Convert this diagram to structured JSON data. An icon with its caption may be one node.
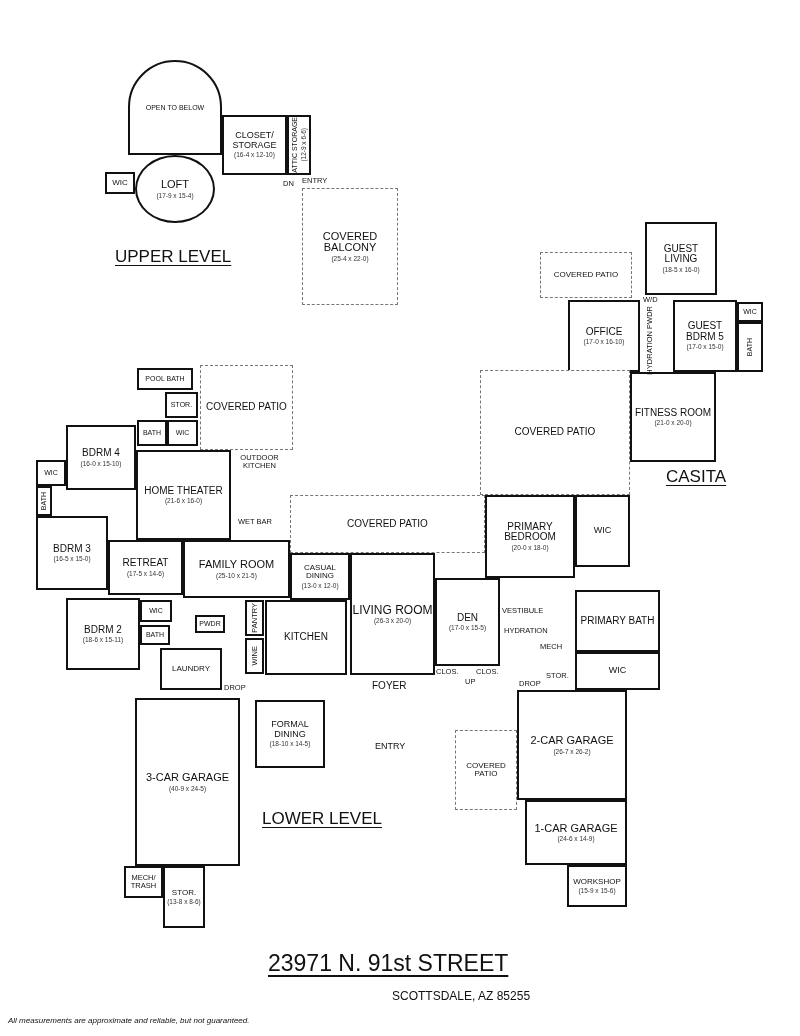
{
  "diagram": {
    "title": "23971 N. 91st STREET",
    "nodes": [
      {
        "text": [
          "OPEN TO BELOW"
        ]
      },
      {
        "text": [
          "LOFT",
          "(17-9 x 15-4)"
        ]
      },
      {
        "text": [
          "WIC"
        ]
      },
      {
        "text": [
          "CLOSET/ STORAGE",
          "(16-4 x 12-10)"
        ]
      },
      {
        "text": [
          "ATTIC STORAGE",
          "(12-9 x 6-6)"
        ]
      },
      {
        "text": [
          "COVERED BALCONY",
          "(25-4 x 22-0)"
        ]
      },
      {
        "text": [
          "COVERED PATIO"
        ]
      },
      {
        "text": [
          "GUEST LIVING",
          "(18-5 x 16-0)"
        ]
      },
      {
        "text": [
          "OFFICE",
          "(17-0 x 16-10)"
        ]
      },
      {
        "text": [
          "GUEST BDRM 5",
          "(17-0 x 15-0)"
        ]
      },
      {
        "text": [
          "WIC"
        ]
      },
      {
        "text": [
          "BATH"
        ]
      },
      {
        "text": [
          "FITNESS ROOM",
          "(21-0 x 20-0)"
        ]
      },
      {
        "text": [
          "COVERED PATIO"
        ]
      },
      {
        "text": [
          "POOL BATH"
        ]
      },
      {
        "text": [
          "STOR."
        ]
      },
      {
        "text": [
          "BATH"
        ]
      },
      {
        "text": [
          "WIC"
        ]
      },
      {
        "text": [
          "COVERED PATIO"
        ]
      },
      {
        "text": [
          "BDRM 4",
          "(16-0 x 15-10)"
        ]
      },
      {
        "text": [
          "HOME THEATER",
          "(21-6 x 16-0)"
        ]
      },
      {
        "text": [
          "WIC"
        ]
      },
      {
        "text": [
          "BATH"
        ]
      },
      {
        "text": [
          "BDRM 3",
          "(16-5 x 15-0)"
        ]
      },
      {
        "text": [
          "RETREAT",
          "(17-5 x 14-6)"
        ]
      },
      {
        "text": [
          "FAMILY ROOM",
          "(25-10 x 21-5)"
        ]
      },
      {
        "text": [
          "COVERED PATIO"
        ]
      },
      {
        "text": [
          "CASUAL DINING",
          "(13-0 x 12-0)"
        ]
      },
      {
        "text": [
          "LIVING ROOM",
          "(26-3 x 20-0)"
        ]
      },
      {
        "text": [
          "DEN",
          "(17-0 x 15-5)"
        ]
      },
      {
        "text": [
          "PRIMARY BEDROOM",
          "(20-0 x 18-0)"
        ]
      },
      {
        "text": [
          "WIC"
        ]
      },
      {
        "text": [
          "PRIMARY BATH"
        ]
      },
      {
        "text": [
          "WIC"
        ]
      },
      {
        "text": [
          "BDRM 2",
          "(18-6 x 15-11)"
        ]
      },
      {
        "text": [
          "WIC"
        ]
      },
      {
        "text": [
          "PWDR"
        ]
      },
      {
        "text": [
          "BATH"
        ]
      },
      {
        "text": [
          "LAUNDRY"
        ]
      },
      {
        "text": [
          "PANTRY"
        ]
      },
      {
        "text": [
          "WINE"
        ]
      },
      {
        "text": [
          "KITCHEN"
        ]
      },
      {
        "text": [
          "3-CAR GARAGE",
          "(40-9 x 24-5)"
        ]
      },
      {
        "text": [
          "FORMAL DINING",
          "(18-10 x 14-5)"
        ]
      },
      {
        "text": [
          "COVERED PATIO"
        ]
      },
      {
        "text": [
          "2-CAR GARAGE",
          "(26-7 x 26-2)"
        ]
      },
      {
        "text": [
          "1-CAR GARAGE",
          "(24-6 x 14-9)"
        ]
      },
      {
        "text": [
          "WORKSHOP",
          "(15-9 x 15-6)"
        ]
      },
      {
        "text": [
          "MECH/ TRASH"
        ]
      },
      {
        "text": [
          "STOR.",
          "(13-8 x 8-6)"
        ]
      }
    ],
    "labels": [
      "UPPER LEVEL",
      "DN",
      "ENTRY",
      "CASITA",
      "W/D",
      "PWDR",
      "HYDRATION",
      "OUTDOOR KITCHEN",
      "WET BAR",
      "VESTIBULE",
      "HYDRATION",
      "MECH",
      "CLOS.",
      "CLOS.",
      "DROP",
      "FOYER",
      "UP",
      "DROP",
      "STOR.",
      "ENTRY",
      "LOWER LEVEL",
      "SCOTTSDALE, AZ 85255",
      "All measurements are approximate and reliable, but not guaranteed."
    ]
  }
}
